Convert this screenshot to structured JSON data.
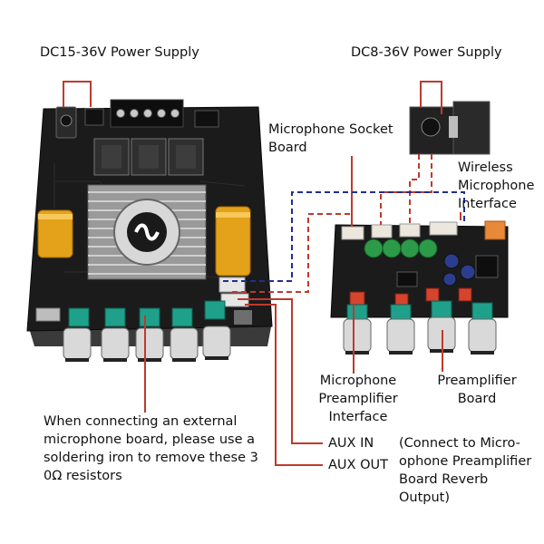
{
  "labels": {
    "dc15_36": "DC15-36V Power Supply",
    "dc8_36": "DC8-36V Power Supply",
    "mic_socket": "Microphone Socket Board",
    "wireless_mic": "Wireless Microphone Interface",
    "mic_preamp_interface": "Microphone Preamplifier Interface",
    "preamp_board": "Preamplifier Board",
    "resistor_note": "When connecting an external microphone board, please use a soldering iron to remove these 3 0Ω resistors",
    "aux_in": "AUX IN",
    "aux_out": "AUX OUT",
    "connect_note": "(Connect to Micro-ophone Preamplifier Board Reverb Output)"
  },
  "colors": {
    "wire_red": "#c0392b",
    "wire_blue": "#1f2f8f",
    "board_dark": "#1b1b1b",
    "knob_teal": "#1fa08a",
    "cap_gold": "#e3a21a",
    "cap_green": "#2c9a49"
  }
}
